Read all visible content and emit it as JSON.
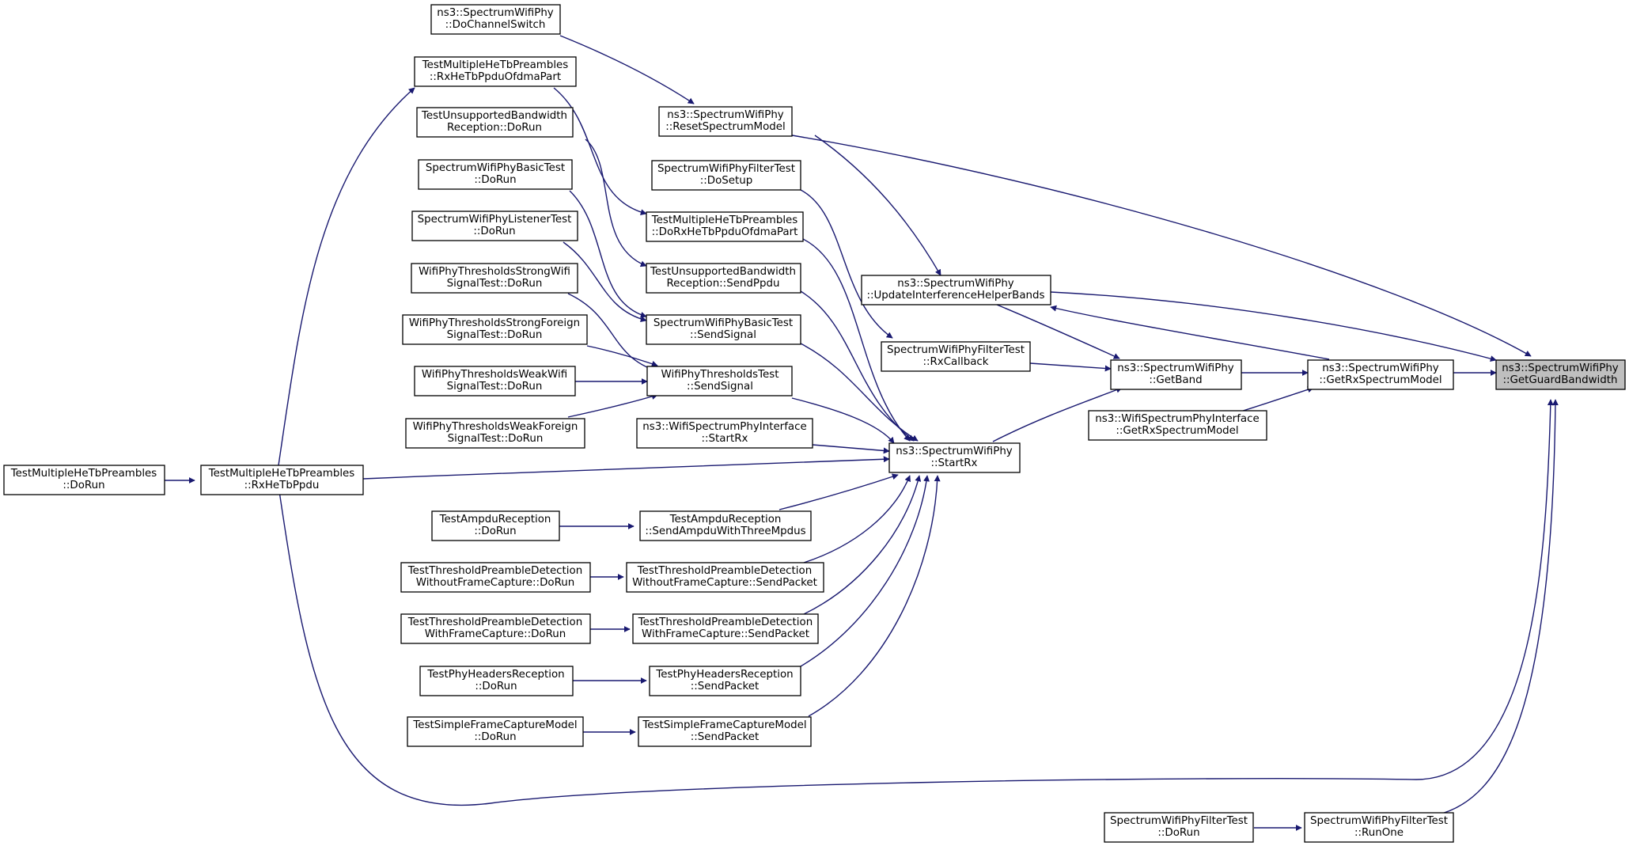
{
  "colors": {
    "edge": "#191970",
    "root_fill": "#bfbfbf",
    "node_fill": "#ffffff",
    "node_stroke": "#000000"
  },
  "nodes": {
    "n_getguard": {
      "l1": "ns3::SpectrumWifiPhy",
      "l2": "::GetGuardBandwidth"
    },
    "n_getrxspec": {
      "l1": "ns3::SpectrumWifiPhy",
      "l2": "::GetRxSpectrumModel"
    },
    "n_getband": {
      "l1": "ns3::SpectrumWifiPhy",
      "l2": "::GetBand"
    },
    "n_wifiifc_getrx": {
      "l1": "ns3::WifiSpectrumPhyInterface",
      "l2": "::GetRxSpectrumModel"
    },
    "n_updatehelper": {
      "l1": "ns3::SpectrumWifiPhy",
      "l2": "::UpdateInterferenceHelperBands"
    },
    "n_reset": {
      "l1": "ns3::SpectrumWifiPhy",
      "l2": "::ResetSpectrumModel"
    },
    "n_dochan": {
      "l1": "ns3::SpectrumWifiPhy",
      "l2": "::DoChannelSwitch"
    },
    "n_filter_rxcb": {
      "l1": "SpectrumWifiPhyFilterTest",
      "l2": "::RxCallback"
    },
    "n_startrx": {
      "l1": "ns3::SpectrumWifiPhy",
      "l2": "::StartRx"
    },
    "n_filter_setup": {
      "l1": "SpectrumWifiPhyFilterTest",
      "l2": "::DoSetup"
    },
    "n_he_dorx": {
      "l1": "TestMultipleHeTbPreambles",
      "l2": "::DoRxHeTbPpduOfdmaPart"
    },
    "n_he_rxofdma": {
      "l1": "TestMultipleHeTbPreambles",
      "l2": "::RxHeTbPpduOfdmaPart"
    },
    "n_unsup_send": {
      "l1": "TestUnsupportedBandwidth",
      "l2": "Reception::SendPpdu"
    },
    "n_unsup_run": {
      "l1": "TestUnsupportedBandwidth",
      "l2": "Reception::DoRun"
    },
    "n_basic_send": {
      "l1": "SpectrumWifiPhyBasicTest",
      "l2": "::SendSignal"
    },
    "n_basic_run": {
      "l1": "SpectrumWifiPhyBasicTest",
      "l2": "::DoRun"
    },
    "n_listener_run": {
      "l1": "SpectrumWifiPhyListenerTest",
      "l2": "::DoRun"
    },
    "n_thr_send": {
      "l1": "WifiPhyThresholdsTest",
      "l2": "::SendSignal"
    },
    "n_thr_strongwifi": {
      "l1": "WifiPhyThresholdsStrongWifi",
      "l2": "SignalTest::DoRun"
    },
    "n_thr_strongfor": {
      "l1": "WifiPhyThresholdsStrongForeign",
      "l2": "SignalTest::DoRun"
    },
    "n_thr_weakwifi": {
      "l1": "WifiPhyThresholdsWeakWifi",
      "l2": "SignalTest::DoRun"
    },
    "n_thr_weakfor": {
      "l1": "WifiPhyThresholdsWeakForeign",
      "l2": "SignalTest::DoRun"
    },
    "n_wifiifc_start": {
      "l1": "ns3::WifiSpectrumPhyInterface",
      "l2": "::StartRx"
    },
    "n_he_rxtb": {
      "l1": "TestMultipleHeTbPreambles",
      "l2": "::RxHeTbPpdu"
    },
    "n_he_run": {
      "l1": "TestMultipleHeTbPreambles",
      "l2": "::DoRun"
    },
    "n_ampdu_send": {
      "l1": "TestAmpduReception",
      "l2": "::SendAmpduWithThreeMpdus"
    },
    "n_ampdu_run": {
      "l1": "TestAmpduReception",
      "l2": "::DoRun"
    },
    "n_pre_without_send": {
      "l1": "TestThresholdPreambleDetection",
      "l2": "WithoutFrameCapture::SendPacket"
    },
    "n_pre_without_run": {
      "l1": "TestThresholdPreambleDetection",
      "l2": "WithoutFrameCapture::DoRun"
    },
    "n_pre_with_send": {
      "l1": "TestThresholdPreambleDetection",
      "l2": "WithFrameCapture::SendPacket"
    },
    "n_pre_with_run": {
      "l1": "TestThresholdPreambleDetection",
      "l2": "WithFrameCapture::DoRun"
    },
    "n_hdr_send": {
      "l1": "TestPhyHeadersReception",
      "l2": "::SendPacket"
    },
    "n_hdr_run": {
      "l1": "TestPhyHeadersReception",
      "l2": "::DoRun"
    },
    "n_cap_send": {
      "l1": "TestSimpleFrameCaptureModel",
      "l2": "::SendPacket"
    },
    "n_cap_run": {
      "l1": "TestSimpleFrameCaptureModel",
      "l2": "::DoRun"
    },
    "n_filter_runone": {
      "l1": "SpectrumWifiPhyFilterTest",
      "l2": "::RunOne"
    },
    "n_filter_run": {
      "l1": "SpectrumWifiPhyFilterTest",
      "l2": "::DoRun"
    }
  }
}
